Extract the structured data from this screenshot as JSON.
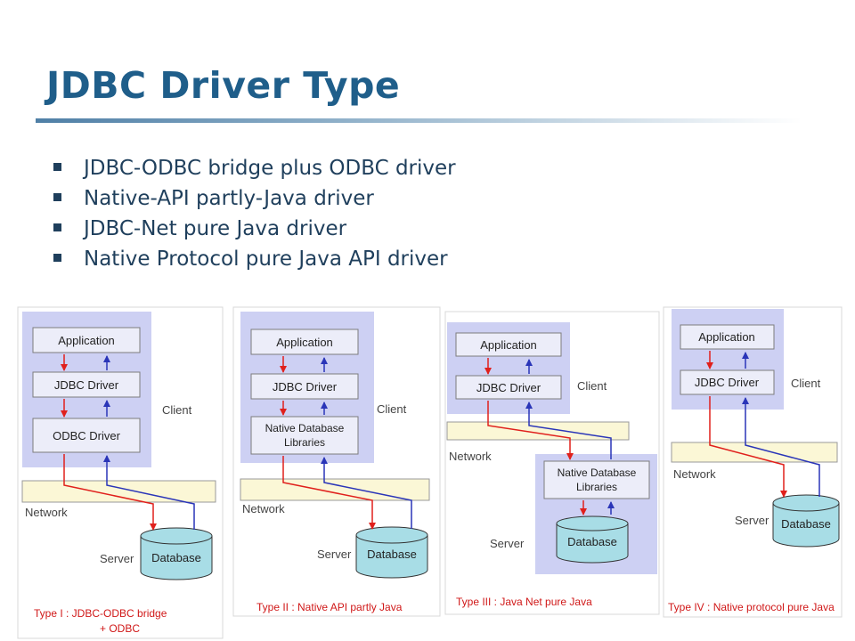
{
  "slide": {
    "title": "JDBC Driver Type",
    "bullets": [
      "JDBC-ODBC bridge plus ODBC driver",
      "Native-API partly-Java driver",
      "JDBC-Net pure Java driver",
      "Native Protocol pure Java API driver"
    ]
  },
  "diagram": {
    "type1": {
      "application": "Application",
      "jdbc_driver": "JDBC Driver",
      "odbc_driver": "ODBC Driver",
      "client": "Client",
      "network": "Network",
      "server": "Server",
      "database": "Database",
      "caption_line1": "Type I : JDBC-ODBC bridge",
      "caption_line2": "+ ODBC"
    },
    "type2": {
      "application": "Application",
      "jdbc_driver": "JDBC Driver",
      "native_line1": "Native Database",
      "native_line2": "Libraries",
      "client": "Client",
      "network": "Network",
      "server": "Server",
      "database": "Database",
      "caption": "Type II : Native API partly Java"
    },
    "type3": {
      "application": "Application",
      "jdbc_driver": "JDBC Driver",
      "client": "Client",
      "network": "Network",
      "native_line1": "Native Database",
      "native_line2": "Libraries",
      "server": "Server",
      "database": "Database",
      "caption": "Type III : Java Net pure Java"
    },
    "type4": {
      "application": "Application",
      "jdbc_driver": "JDBC Driver",
      "client": "Client",
      "network": "Network",
      "server": "Server",
      "database": "Database",
      "caption": "Type IV : Native protocol pure Java"
    },
    "colors": {
      "client_zone": "#cdd0f3",
      "network_band": "#fbf7d6",
      "box_fill": "#ecedf9",
      "red_arrow": "#e0201c",
      "blue_arrow": "#2a35b8",
      "database_fill": "#a8dde6",
      "caption_text": "#d01818"
    }
  }
}
